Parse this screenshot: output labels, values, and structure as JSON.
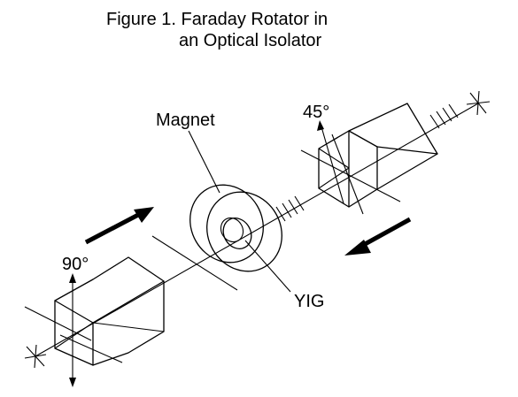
{
  "figure": {
    "caption_line1": "Figure 1. Faraday Rotator in",
    "caption_line2": "an Optical Isolator"
  },
  "labels": {
    "magnet": "Magnet",
    "yig": "YIG",
    "angle_output": "45°",
    "angle_input": "90°"
  },
  "colors": {
    "line": "#000000",
    "background": "#ffffff"
  }
}
